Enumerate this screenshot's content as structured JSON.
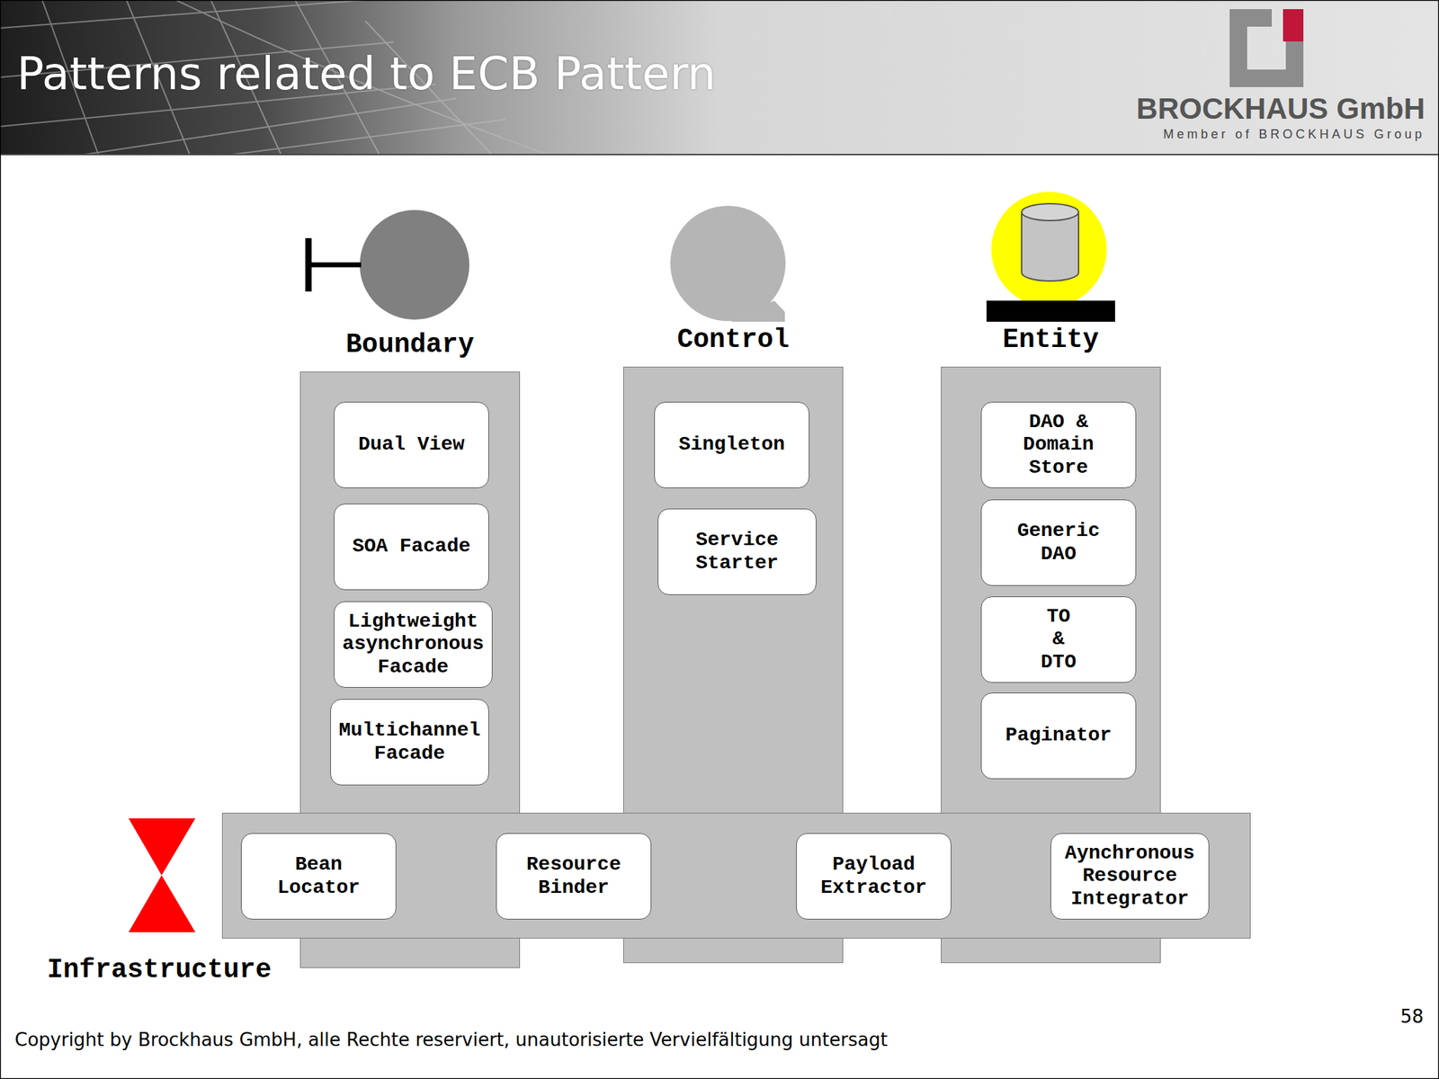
{
  "diagram": {
    "title": "Patterns related to ECB Pattern",
    "nodes": [
      {
        "text": [
          "Boundary"
        ]
      },
      {
        "text": [
          "Dual View"
        ],
        "in": 0
      },
      {
        "text": [
          "SOA Facade"
        ],
        "in": 0
      },
      {
        "text": [
          "Lightweight asynchronous Facade"
        ],
        "in": 0
      },
      {
        "text": [
          "Multichannel Facade"
        ],
        "in": 0
      },
      {
        "text": [
          "Control"
        ]
      },
      {
        "text": [
          "Singleton"
        ],
        "in": 5
      },
      {
        "text": [
          "Service Starter"
        ],
        "in": 5
      },
      {
        "text": [
          "Entity"
        ]
      },
      {
        "text": [
          "DAO & Domain Store"
        ],
        "in": 8
      },
      {
        "text": [
          "Generic DAO"
        ],
        "in": 8
      },
      {
        "text": [
          "TO & DTO"
        ],
        "in": 8
      },
      {
        "text": [
          "Paginator"
        ],
        "in": 8
      },
      {
        "text": [
          "Infrastructure"
        ]
      },
      {
        "text": [
          "Bean Locator"
        ],
        "in": 13
      },
      {
        "text": [
          "Resource Binder"
        ],
        "in": 13
      },
      {
        "text": [
          "Payload Extractor"
        ],
        "in": 13
      },
      {
        "text": [
          "Aynchronous Resource Integrator"
        ],
        "in": 13
      }
    ],
    "labels": [
      "BROCKHAUS GmbH",
      "Member of BROCKHAUS Group",
      "58",
      "Copyright by Brockhaus GmbH, alle Rechte reserviert, unautorisierte Vervielfältigung untersagt"
    ]
  }
}
